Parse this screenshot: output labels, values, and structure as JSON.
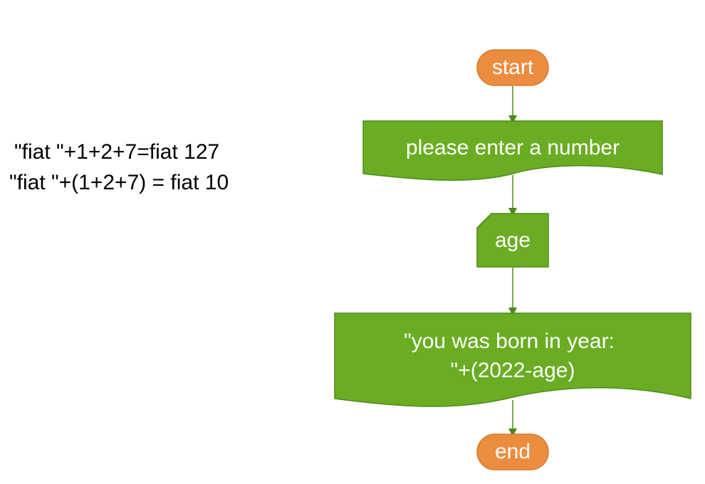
{
  "notes": {
    "line1": "\"fiat \"+1+2+7=fiat 127",
    "line2": "\"fiat \"+(1+2+7) = fiat 10"
  },
  "flowchart": {
    "start_label": "start",
    "input_prompt_label": "please enter a number",
    "variable_label": "age",
    "output_label_line1": "\"you was born in year:",
    "output_label_line2": "\"+(2022-age)",
    "end_label": "end"
  },
  "colors": {
    "terminal_fill": "#EC8C3F",
    "terminal_stroke": "#D97A30",
    "process_fill": "#6AAD23",
    "process_stroke": "#4E8A16",
    "connector": "#4E8A16",
    "label_text": "#FFFFFF",
    "note_text": "#000000"
  }
}
